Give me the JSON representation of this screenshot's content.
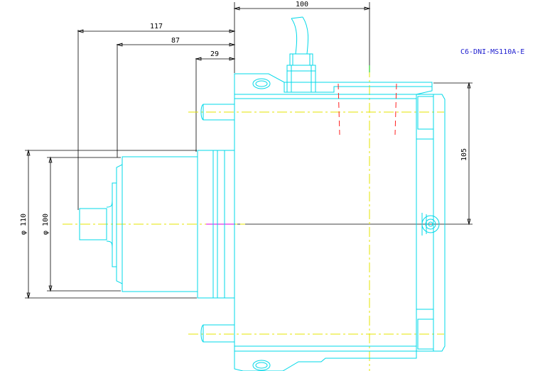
{
  "drawing": {
    "part_code": "C6-DNI-MS110A-E",
    "dimensions": {
      "top_width": "100",
      "overall_length": "117",
      "shaft_to_flange": "87",
      "flange_thickness": "29",
      "mounting_height": "105",
      "flange_diameter": "φ 110",
      "pilot_diameter": "φ 100"
    },
    "colors": {
      "outline": "#00d8e8",
      "centerline": "#e6e600",
      "dimension": "#000000",
      "hidden": "#ff2020",
      "label": "#2020d0"
    }
  }
}
